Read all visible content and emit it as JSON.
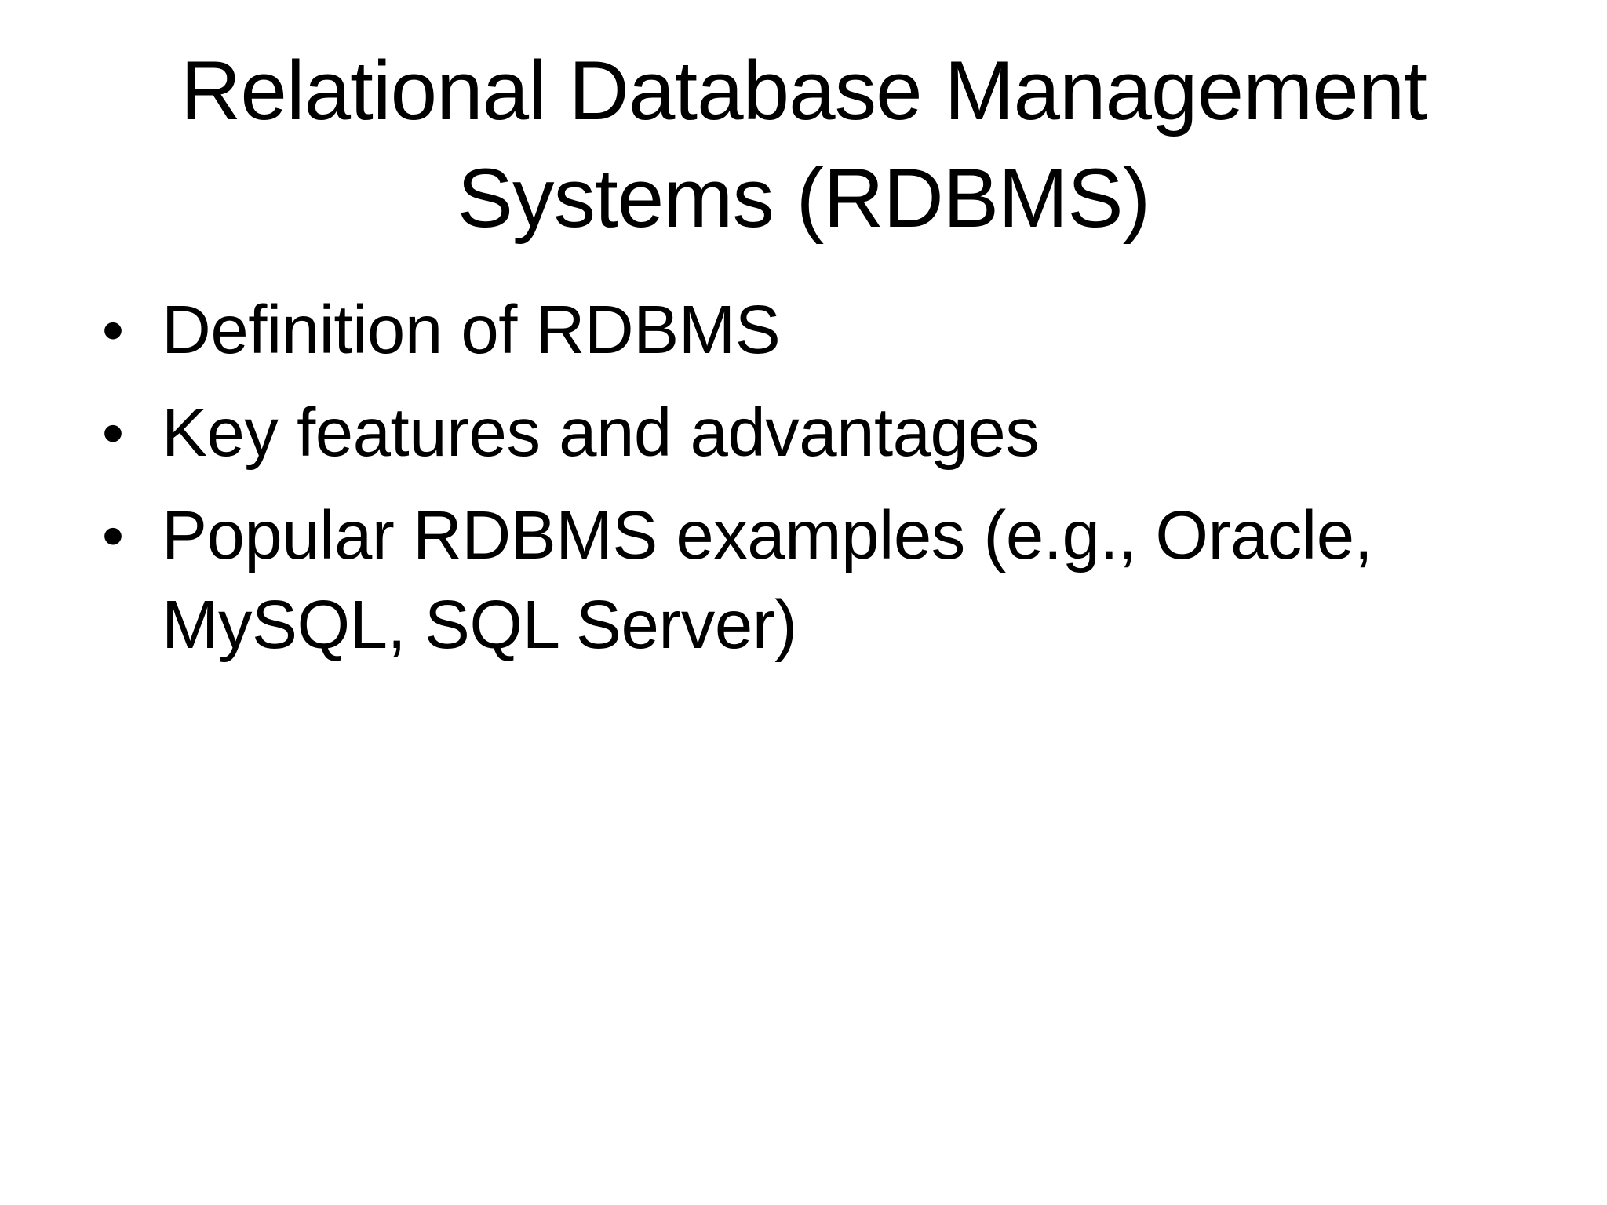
{
  "slide": {
    "colors": {
      "background": "#ffffff",
      "text": "#000000"
    },
    "bullet_char": "•",
    "title_lines": [
      "Relational Database Management",
      "Systems (RDBMS)"
    ],
    "bullets": [
      {
        "lines": [
          "Definition of RDBMS"
        ]
      },
      {
        "lines": [
          "Key features and advantages"
        ]
      },
      {
        "lines": [
          "Popular RDBMS examples (e.g., Oracle,",
          "MySQL, SQL Server)"
        ]
      }
    ]
  }
}
